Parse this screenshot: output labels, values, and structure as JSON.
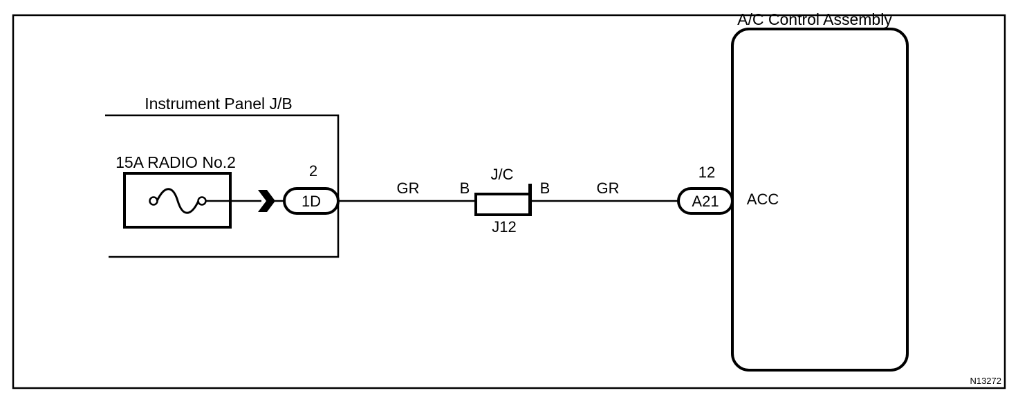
{
  "diagram": {
    "ac_control_label": "A/C Control Assembly",
    "instrument_panel_label": "Instrument Panel J/B",
    "fuse_label": "15A RADIO No.2",
    "connector_1d": {
      "pin": "2",
      "code": "1D"
    },
    "wire_left_color": "GR",
    "jc": {
      "top_label": "J/C",
      "bottom_label": "J12",
      "left_pin": "B",
      "right_pin": "B"
    },
    "wire_right_color": "GR",
    "connector_a21": {
      "pin": "12",
      "code": "A21"
    },
    "terminal_label": "ACC",
    "figure_id": "N13272"
  }
}
